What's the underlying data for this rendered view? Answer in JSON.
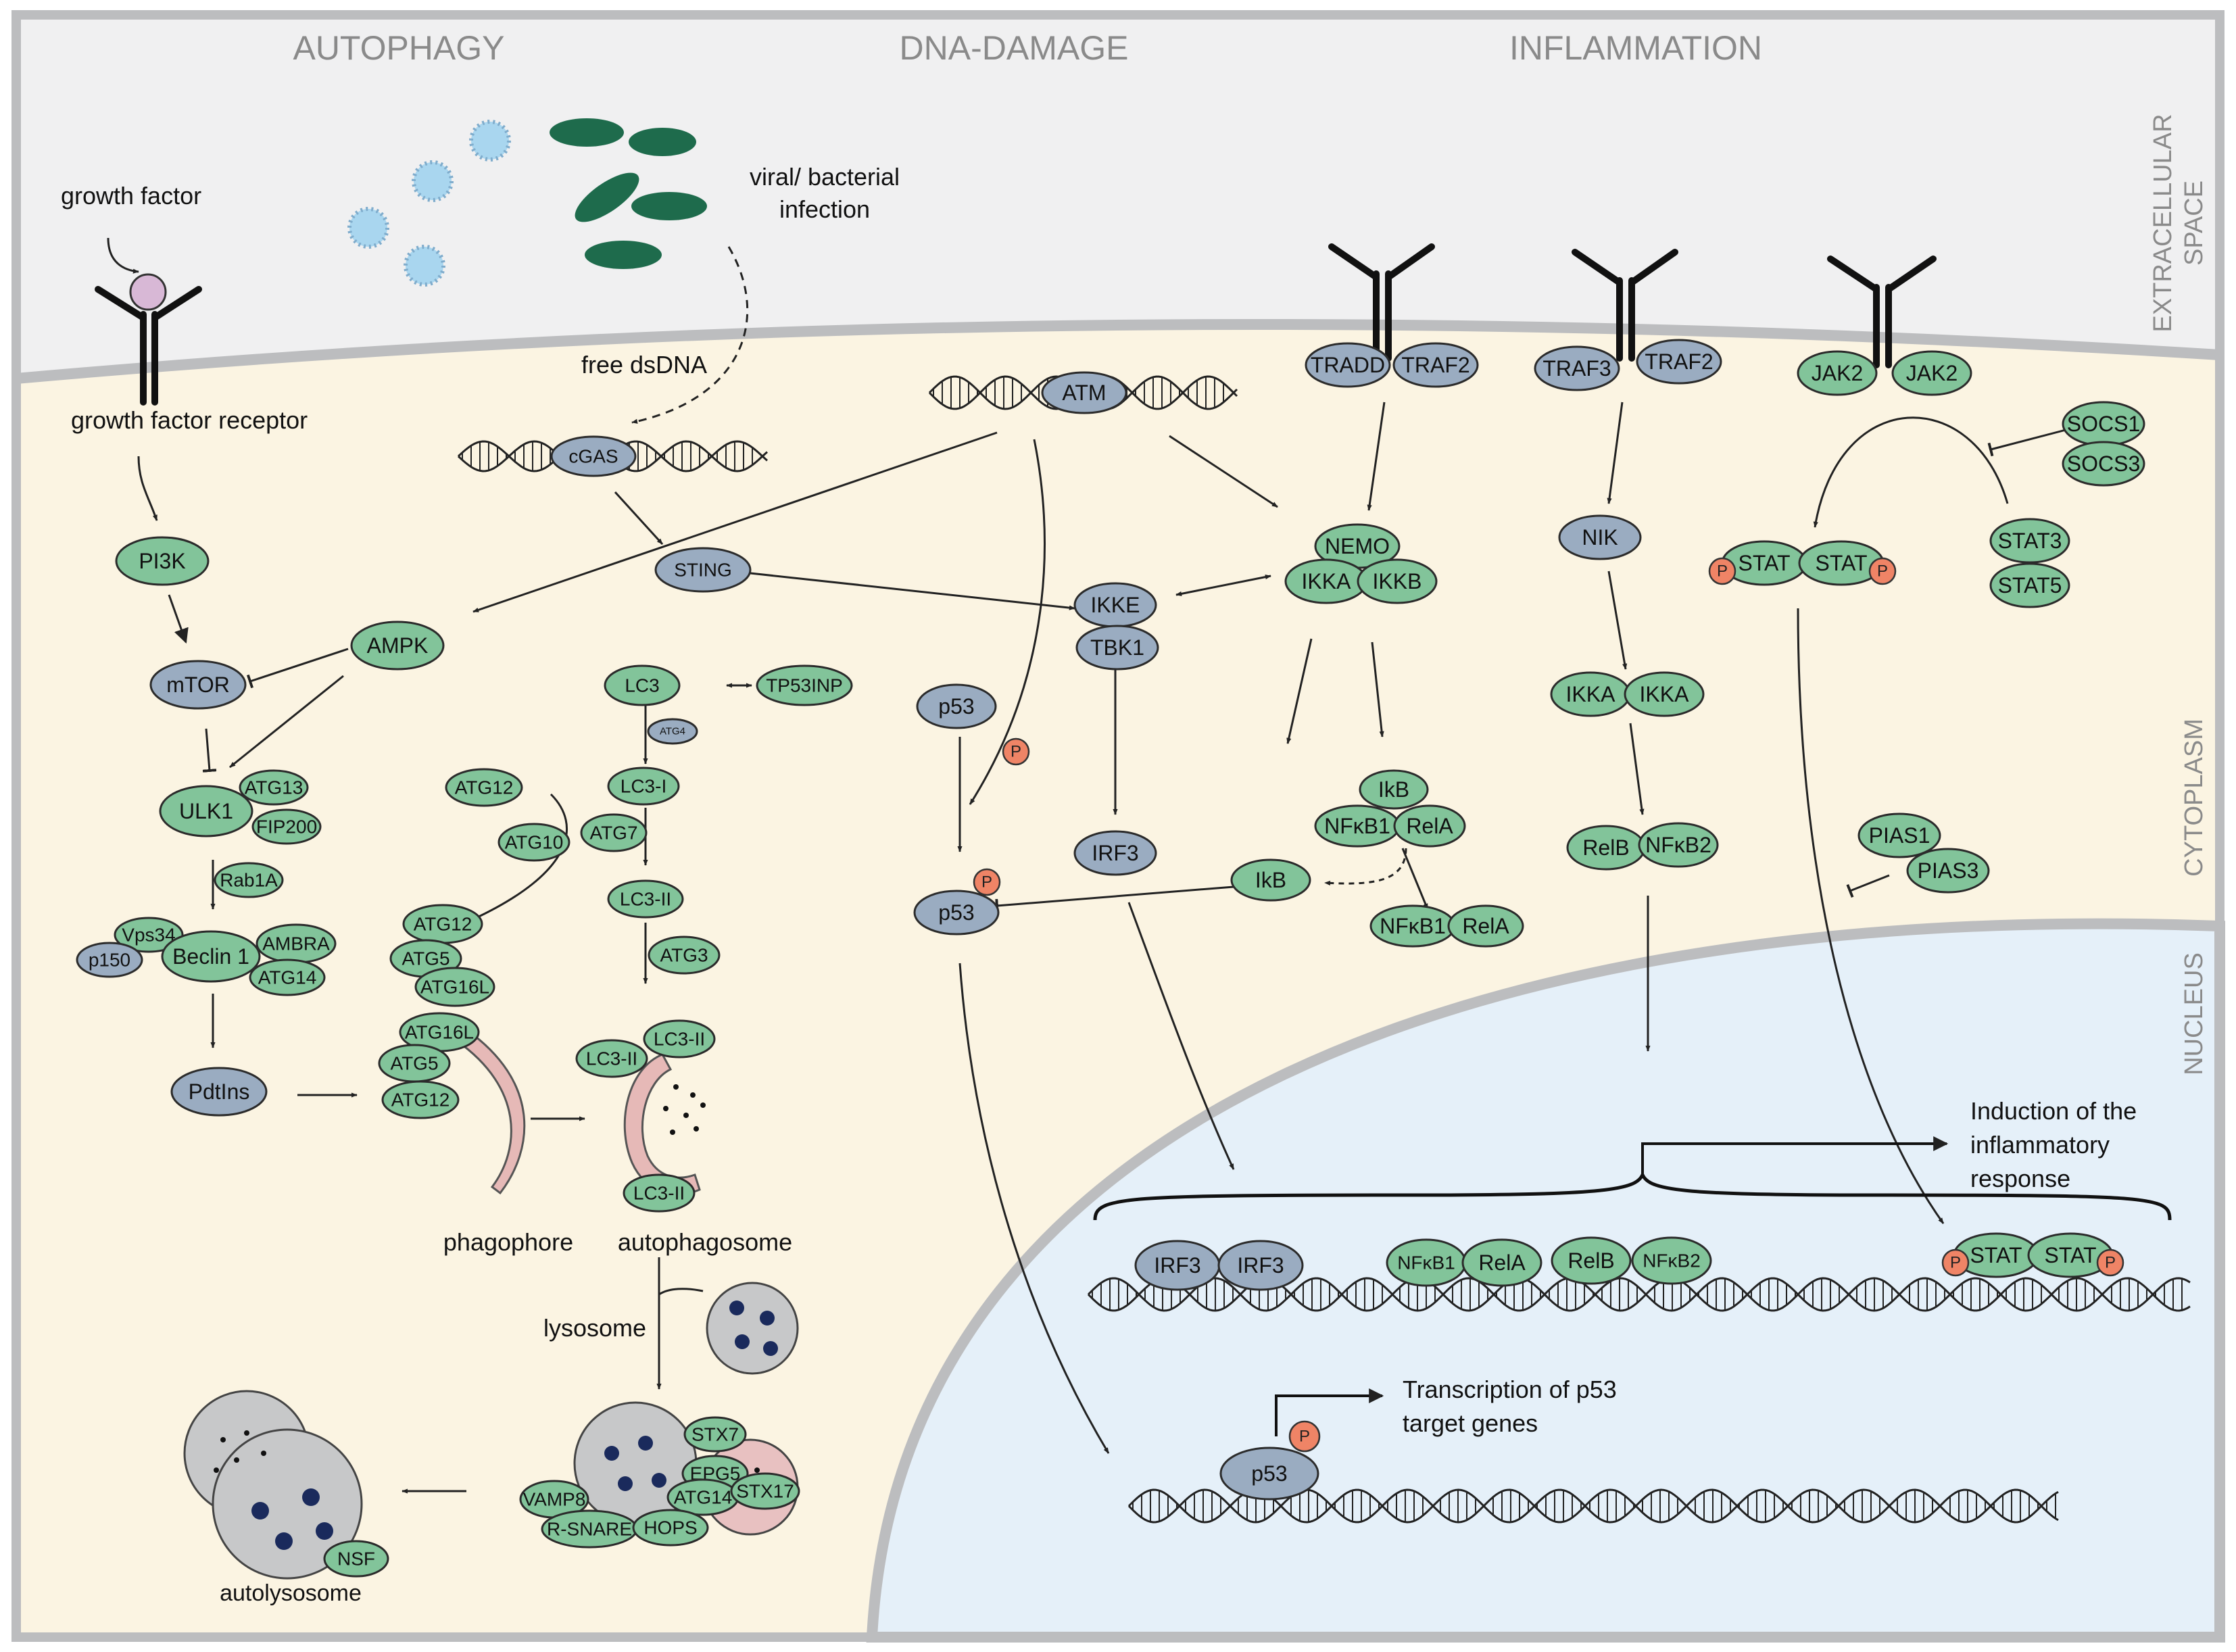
{
  "colors": {
    "extracellular": "#f0f0f1",
    "cytoplasm": "#fbf4e2",
    "nucleus": "#e5f0f9",
    "membrane": "#bcbdbf",
    "green": "#82c49a",
    "blue": "#9aacc1",
    "phospho": "#ef8466",
    "lysosome": "#c7c8c9",
    "phagophore": "#e6b9b7",
    "vesicle_pink": "#e8c1c1",
    "granule": "#1a2a5c",
    "region_label": "#8a8a8a"
  },
  "headers": {
    "autophagy": "AUTOPHAGY",
    "dna_damage": "DNA-DAMAGE",
    "inflammation": "INFLAMMATION"
  },
  "regions": {
    "extracellular_1": "EXTRACELLULAR",
    "extracellular_2": "SPACE",
    "cytoplasm": "CYTOPLASM",
    "nucleus": "NUCLEUS"
  },
  "labels": {
    "growth_factor": "growth factor",
    "growth_factor_receptor": "growth factor receptor",
    "infection_1": "viral/ bacterial",
    "infection_2": "infection",
    "free_dsdna": "free dsDNA",
    "phagophore": "phagophore",
    "autophagosome": "autophagosome",
    "lysosome": "lysosome",
    "autolysosome": "autolysosome",
    "p53_target_1": "Transcription of p53",
    "p53_target_2": "target genes",
    "inflam_1": "Induction of the",
    "inflam_2": "inflammatory",
    "inflam_3": "response"
  },
  "phospho_label": "P",
  "proteins": [
    {
      "id": "pi3k",
      "text": "PI3K",
      "kind": "green"
    },
    {
      "id": "mtor",
      "text": "mTOR",
      "kind": "blue"
    },
    {
      "id": "ampk",
      "text": "AMPK",
      "kind": "green"
    },
    {
      "id": "ulk1",
      "text": "ULK1",
      "kind": "green"
    },
    {
      "id": "atg13",
      "text": "ATG13",
      "kind": "green"
    },
    {
      "id": "fip200",
      "text": "FIP200",
      "kind": "green"
    },
    {
      "id": "rab1a",
      "text": "Rab1A",
      "kind": "green"
    },
    {
      "id": "vps34",
      "text": "Vps34",
      "kind": "green"
    },
    {
      "id": "p150",
      "text": "p150",
      "kind": "blue"
    },
    {
      "id": "beclin1",
      "text": "Beclin 1",
      "kind": "green"
    },
    {
      "id": "ambra",
      "text": "AMBRA",
      "kind": "green"
    },
    {
      "id": "atg14a",
      "text": "ATG14",
      "kind": "green"
    },
    {
      "id": "pdtins",
      "text": "PdtIns",
      "kind": "blue"
    },
    {
      "id": "atg12a",
      "text": "ATG12",
      "kind": "green"
    },
    {
      "id": "atg10",
      "text": "ATG10",
      "kind": "green"
    },
    {
      "id": "atg12b",
      "text": "ATG12",
      "kind": "green"
    },
    {
      "id": "atg5a",
      "text": "ATG5",
      "kind": "green"
    },
    {
      "id": "atg16la",
      "text": "ATG16L",
      "kind": "green"
    },
    {
      "id": "atg16lb",
      "text": "ATG16L",
      "kind": "green"
    },
    {
      "id": "atg5b",
      "text": "ATG5",
      "kind": "green"
    },
    {
      "id": "atg12c",
      "text": "ATG12",
      "kind": "green"
    },
    {
      "id": "lc3",
      "text": "LC3",
      "kind": "green"
    },
    {
      "id": "tp53inp",
      "text": "TP53INP",
      "kind": "green"
    },
    {
      "id": "atg4",
      "text": "ATG4",
      "kind": "blue"
    },
    {
      "id": "lc3i",
      "text": "LC3-I",
      "kind": "green"
    },
    {
      "id": "atg7",
      "text": "ATG7",
      "kind": "green"
    },
    {
      "id": "lc3ii_a",
      "text": "LC3-II",
      "kind": "green"
    },
    {
      "id": "atg3",
      "text": "ATG3",
      "kind": "green"
    },
    {
      "id": "lc3ii_b",
      "text": "LC3-II",
      "kind": "green"
    },
    {
      "id": "lc3ii_c",
      "text": "LC3-II",
      "kind": "green"
    },
    {
      "id": "lc3ii_d",
      "text": "LC3-II",
      "kind": "green"
    },
    {
      "id": "stx7",
      "text": "STX7",
      "kind": "green"
    },
    {
      "id": "epg5",
      "text": "EPG5",
      "kind": "green"
    },
    {
      "id": "vamp8",
      "text": "VAMP8",
      "kind": "green"
    },
    {
      "id": "atg14b",
      "text": "ATG14",
      "kind": "green"
    },
    {
      "id": "stx17",
      "text": "STX17",
      "kind": "green"
    },
    {
      "id": "rsnare",
      "text": "R-SNARE",
      "kind": "green"
    },
    {
      "id": "hops",
      "text": "HOPS",
      "kind": "green"
    },
    {
      "id": "nsf",
      "text": "NSF",
      "kind": "green"
    },
    {
      "id": "cgas",
      "text": "cGAS",
      "kind": "blue"
    },
    {
      "id": "sting",
      "text": "STING",
      "kind": "blue"
    },
    {
      "id": "atm",
      "text": "ATM",
      "kind": "blue"
    },
    {
      "id": "ikke",
      "text": "IKKE",
      "kind": "blue"
    },
    {
      "id": "tbk1",
      "text": "TBK1",
      "kind": "blue"
    },
    {
      "id": "irf3",
      "text": "IRF3",
      "kind": "blue"
    },
    {
      "id": "p53a",
      "text": "p53",
      "kind": "blue"
    },
    {
      "id": "p53b",
      "text": "p53",
      "kind": "blue"
    },
    {
      "id": "tradd",
      "text": "TRADD",
      "kind": "blue"
    },
    {
      "id": "traf2a",
      "text": "TRAF2",
      "kind": "blue"
    },
    {
      "id": "nemo",
      "text": "NEMO",
      "kind": "green"
    },
    {
      "id": "ikka",
      "text": "IKKA",
      "kind": "green"
    },
    {
      "id": "ikkb",
      "text": "IKKB",
      "kind": "green"
    },
    {
      "id": "ikb_a",
      "text": "IkB",
      "kind": "green"
    },
    {
      "id": "nfkb1_a",
      "text": "NFκB1",
      "kind": "green"
    },
    {
      "id": "rela_a",
      "text": "RelA",
      "kind": "green"
    },
    {
      "id": "ikb_b",
      "text": "IkB",
      "kind": "green"
    },
    {
      "id": "nfkb1_b",
      "text": "NFκB1",
      "kind": "green"
    },
    {
      "id": "rela_b",
      "text": "RelA",
      "kind": "green"
    },
    {
      "id": "traf3",
      "text": "TRAF3",
      "kind": "blue"
    },
    {
      "id": "traf2b",
      "text": "TRAF2",
      "kind": "blue"
    },
    {
      "id": "nik",
      "text": "NIK",
      "kind": "blue"
    },
    {
      "id": "ikka2",
      "text": "IKKA",
      "kind": "green"
    },
    {
      "id": "ikka3",
      "text": "IKKA",
      "kind": "green"
    },
    {
      "id": "relb_a",
      "text": "RelB",
      "kind": "green"
    },
    {
      "id": "nfkb2_a",
      "text": "NFκB2",
      "kind": "green"
    },
    {
      "id": "jak2a",
      "text": "JAK2",
      "kind": "green"
    },
    {
      "id": "jak2b",
      "text": "JAK2",
      "kind": "green"
    },
    {
      "id": "socs1",
      "text": "SOCS1",
      "kind": "green"
    },
    {
      "id": "socs3",
      "text": "SOCS3",
      "kind": "green"
    },
    {
      "id": "stat_a",
      "text": "STAT",
      "kind": "green"
    },
    {
      "id": "stat_b",
      "text": "STAT",
      "kind": "green"
    },
    {
      "id": "stat3",
      "text": "STAT3",
      "kind": "green"
    },
    {
      "id": "stat5",
      "text": "STAT5",
      "kind": "green"
    },
    {
      "id": "pias1",
      "text": "PIAS1",
      "kind": "green"
    },
    {
      "id": "pias3",
      "text": "PIAS3",
      "kind": "green"
    },
    {
      "id": "irf3_n1",
      "text": "IRF3",
      "kind": "blue"
    },
    {
      "id": "irf3_n2",
      "text": "IRF3",
      "kind": "blue"
    },
    {
      "id": "nfkb1_n",
      "text": "NFκB1",
      "kind": "green"
    },
    {
      "id": "rela_n",
      "text": "RelA",
      "kind": "green"
    },
    {
      "id": "relb_n",
      "text": "RelB",
      "kind": "green"
    },
    {
      "id": "nfkb2_n",
      "text": "NFκB2",
      "kind": "green"
    },
    {
      "id": "stat_n1",
      "text": "STAT",
      "kind": "green"
    },
    {
      "id": "stat_n2",
      "text": "STAT",
      "kind": "green"
    },
    {
      "id": "p53_n",
      "text": "p53",
      "kind": "blue"
    }
  ]
}
